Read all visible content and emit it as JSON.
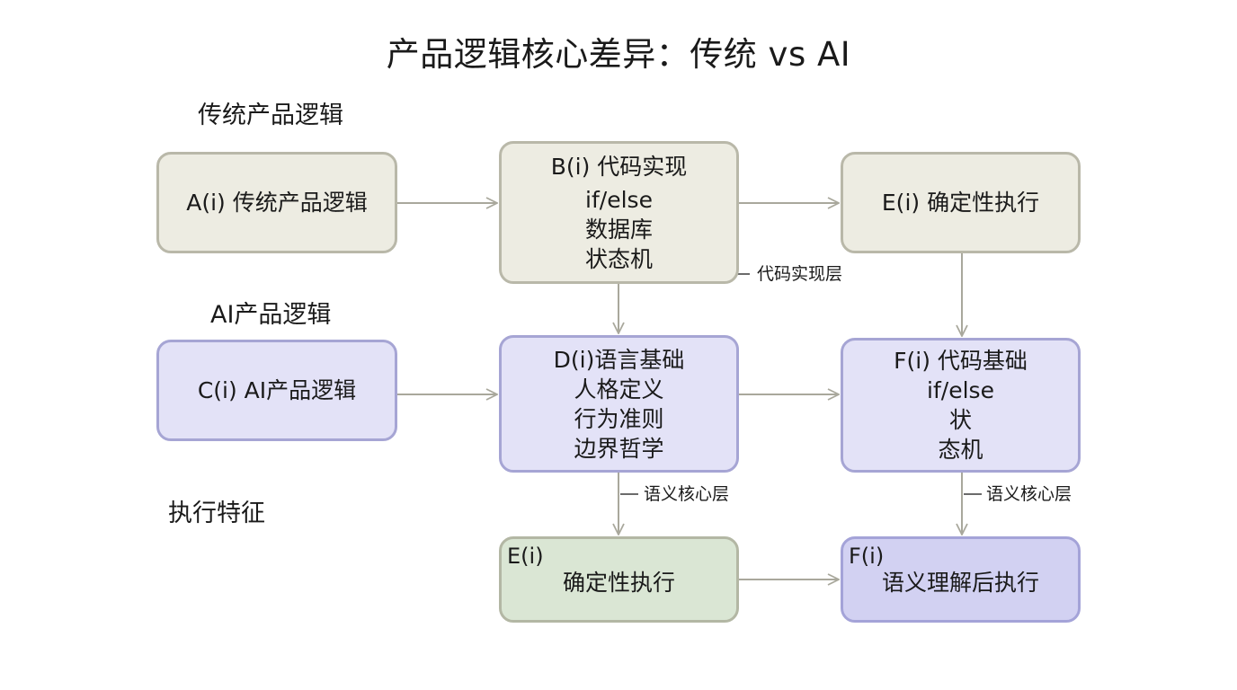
{
  "title": "产品逻辑核心差异：传统 vs AI",
  "sections": {
    "traditional": "传统产品逻辑",
    "ai": "AI产品逻辑",
    "execution": "执行特征"
  },
  "nodes": {
    "A": {
      "lines": [
        "A(i) 传统产品逻辑"
      ]
    },
    "B": {
      "lines": [
        "B(i) 代码实现",
        "if/else",
        "数据库",
        "状态机"
      ]
    },
    "E_top": {
      "lines": [
        "E(i) 确定性执行"
      ]
    },
    "C": {
      "lines": [
        "C(i) AI产品逻辑"
      ]
    },
    "D": {
      "lines": [
        "D(i)语言基础",
        "人格定义",
        "行为准则",
        "边界哲学"
      ]
    },
    "F": {
      "lines": [
        "F(i) 代码基础",
        "if/else",
        "状",
        "态机"
      ]
    },
    "E_bottom": {
      "tag": "E(i)",
      "body": "确定性执行"
    },
    "F_bottom": {
      "tag": "F(i)",
      "body": "语义理解后执行"
    }
  },
  "layer_labels": {
    "code_layer": "代码实现层",
    "semantic_core_left": "语义核心层",
    "semantic_core_right": "语义核心层"
  },
  "edges": [
    {
      "from": "A",
      "to": "B"
    },
    {
      "from": "B",
      "to": "E_top"
    },
    {
      "from": "B",
      "to": "D"
    },
    {
      "from": "E_top",
      "to": "F"
    },
    {
      "from": "C",
      "to": "D"
    },
    {
      "from": "D",
      "to": "F"
    },
    {
      "from": "D",
      "to": "E_bottom"
    },
    {
      "from": "F",
      "to": "F_bottom"
    },
    {
      "from": "E_bottom",
      "to": "F_bottom"
    }
  ],
  "colors": {
    "traditional_fill": "#edece2",
    "ai_fill": "#e3e2f7",
    "deterministic_fill": "#dae6d4",
    "semantic_fill": "#d2d1f2",
    "connector": "#a9a89c"
  }
}
